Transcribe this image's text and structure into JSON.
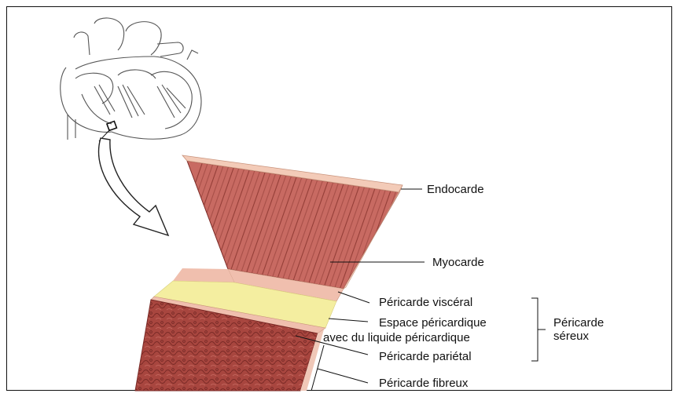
{
  "diagram": {
    "labels": {
      "endocarde": "Endocarde",
      "myocarde": "Myocarde",
      "pericarde_visceral": "Péricarde viscéral",
      "espace_line1": "Espace péricardique",
      "espace_line2": "avec du liquide péricardique",
      "pericarde_parietal": "Péricarde pariétal",
      "pericarde_fibreux": "Péricarde fibreux",
      "sereux_line1": "Péricarde",
      "sereux_line2": "séreux"
    },
    "colors": {
      "myocardium": "#c86a62",
      "myocardium_stripe": "#8f3b35",
      "endocardium": "#f3cbb8",
      "serous_layer": "#f0bfae",
      "fluid_space": "#f4eea0",
      "fibrous": "#a8463f",
      "outline": "#222222"
    }
  }
}
